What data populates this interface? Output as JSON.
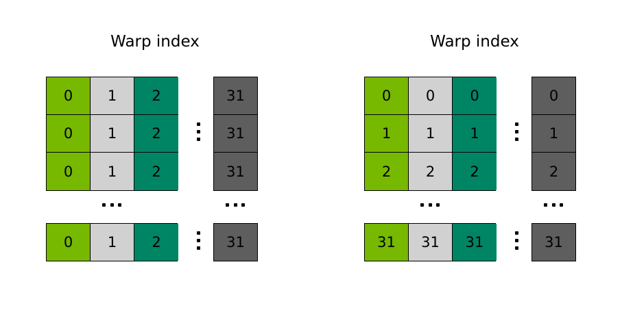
{
  "colors": {
    "lime": "#76b900",
    "light_gray": "#d1d1d1",
    "teal": "#008564",
    "dark_gray": "#5e5e5e",
    "text": "#000000"
  },
  "left": {
    "title": "Warp index",
    "rows": [
      [
        "0",
        "1",
        "2"
      ],
      [
        "0",
        "1",
        "2"
      ],
      [
        "0",
        "1",
        "2"
      ]
    ],
    "last_row": [
      "0",
      "1",
      "2"
    ],
    "last_col": [
      "31",
      "31",
      "31"
    ],
    "last_col_bottom": "31"
  },
  "right": {
    "title": "Warp index",
    "rows": [
      [
        "0",
        "0",
        "0"
      ],
      [
        "1",
        "1",
        "1"
      ],
      [
        "2",
        "2",
        "2"
      ]
    ],
    "last_row": [
      "31",
      "31",
      "31"
    ],
    "last_col": [
      "0",
      "1",
      "2"
    ],
    "last_col_bottom": "31"
  }
}
